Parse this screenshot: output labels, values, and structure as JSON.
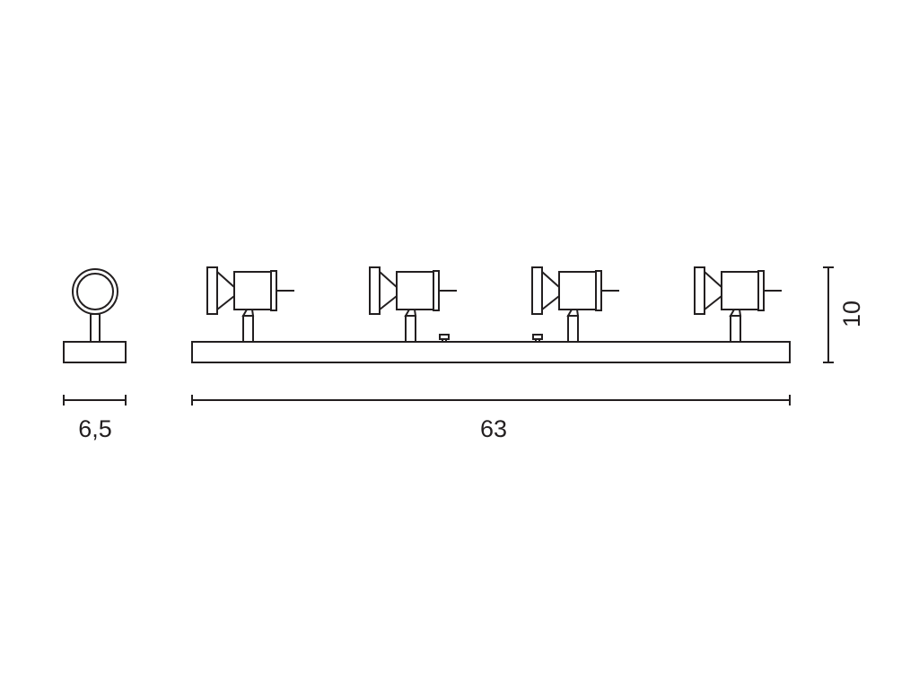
{
  "dimensions": {
    "width_side": "6,5",
    "length": "63",
    "height": "10"
  },
  "colors": {
    "line": "#231f20",
    "background": "#ffffff"
  },
  "spotlights": {
    "count": 4,
    "connectors": 2
  }
}
